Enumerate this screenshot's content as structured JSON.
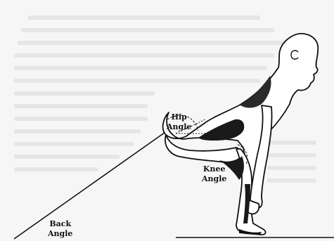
{
  "labels": {
    "hip": {
      "line1": "Hip",
      "line2": "Angle"
    },
    "knee": {
      "line1": "Knee",
      "line2": "Angle"
    },
    "back": {
      "line1": "Back",
      "line2": "Angle"
    }
  },
  "colors": {
    "ink": "#111111",
    "paper": "#f6f6f6",
    "body_fill": "#ffffff",
    "shadow": "#1a1a1a"
  }
}
